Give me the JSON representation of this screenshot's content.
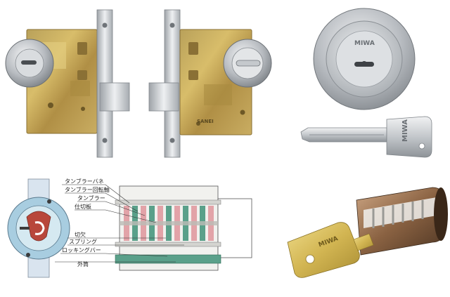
{
  "brand": {
    "stamp": "SANEI",
    "cylinder_mark": "MIWA",
    "key_mark": "MIWA"
  },
  "diagram": {
    "labels": [
      "タンブラーバネ",
      "タンブラー回転軸",
      "タンブラー",
      "仕切板",
      "切欠",
      "スプリング",
      "ロッキングバー",
      "外筒"
    ]
  },
  "colors": {
    "brass": "#c9a84a",
    "zinc_plate": "#c6a653",
    "silver": "#c8cbcf",
    "key_gold": "#d8c260",
    "tumbler_green": "#5aa08a",
    "tumbler_pink": "#e2a3a8",
    "plug_red": "#b8473b"
  }
}
